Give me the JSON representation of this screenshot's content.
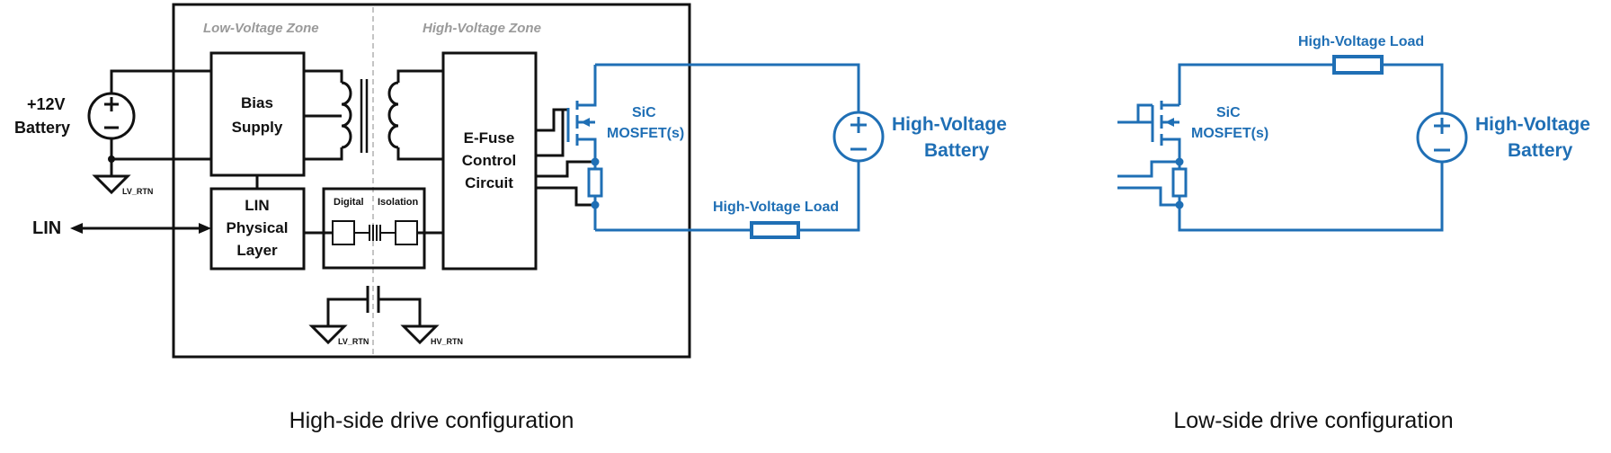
{
  "zones": {
    "low": "Low-Voltage Zone",
    "high": "High-Voltage Zone"
  },
  "battery12": {
    "line1": "+12V",
    "line2": "Battery"
  },
  "bias": {
    "line1": "Bias",
    "line2": "Supply"
  },
  "lin": {
    "label": "LIN"
  },
  "lin_phy": {
    "line1": "LIN",
    "line2": "Physical",
    "line3": "Layer"
  },
  "iso": {
    "digital": "Digital",
    "isolation": "Isolation"
  },
  "efuse": {
    "line1": "E-Fuse",
    "line2": "Control",
    "line3": "Circuit"
  },
  "grounds": {
    "lv1": "LV_RTN",
    "lv2": "LV_RTN",
    "hv": "HV_RTN"
  },
  "mosfet": {
    "line1": "SiC",
    "line2": "MOSFET(s)"
  },
  "hv_battery": {
    "line1": "High-Voltage",
    "line2": "Battery"
  },
  "hv_load": "High-Voltage Load",
  "right": {
    "hv_load": "High-Voltage Load",
    "mosfet1": "SiC",
    "mosfet2": "MOSFET(s)",
    "battery1": "High-Voltage",
    "battery2": "Battery"
  },
  "captions": {
    "high_side": "High-side drive configuration",
    "low_side": "Low-side drive configuration"
  },
  "colors": {
    "blue": "#1f6fb5",
    "black": "#111111",
    "zone_gray": "#9a9a9a"
  }
}
